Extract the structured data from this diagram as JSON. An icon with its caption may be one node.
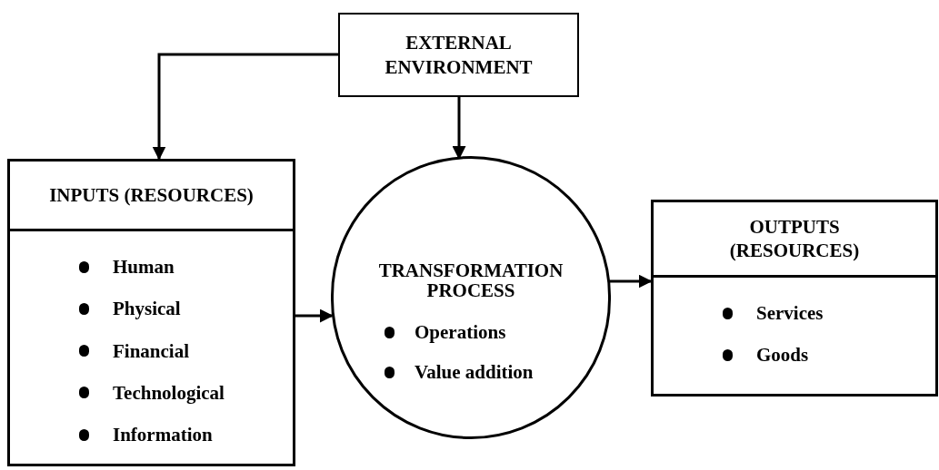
{
  "diagram": {
    "nodes": [
      {
        "text": [
          "EXTERNAL ENVIRONMENT"
        ]
      },
      {
        "text": [
          "INPUTS (RESOURCES)",
          "Human",
          "Physical",
          "Financial",
          "Technological",
          "Information"
        ]
      },
      {
        "text": [
          "TRANSFORMATION PROCESS",
          "Operations",
          "Value addition"
        ]
      },
      {
        "text": [
          "OUTPUTS (RESOURCES)",
          "Services",
          "Goods"
        ]
      }
    ],
    "edges": [
      {
        "from": 0,
        "to": 1,
        "arrow": "to"
      },
      {
        "from": 0,
        "to": 2,
        "arrow": "to"
      },
      {
        "from": 1,
        "to": 2,
        "arrow": "to"
      },
      {
        "from": 2,
        "to": 3,
        "arrow": "to"
      }
    ]
  }
}
